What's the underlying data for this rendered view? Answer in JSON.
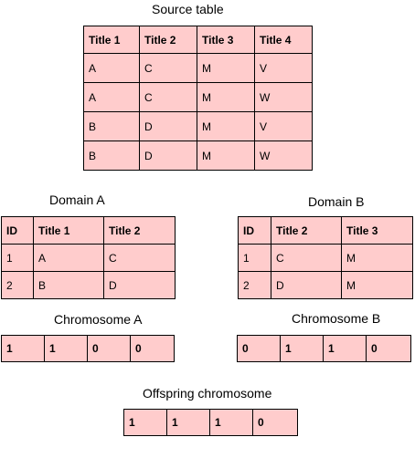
{
  "source": {
    "title": "Source table",
    "headers": [
      "Title 1",
      "Title 2",
      "Title 3",
      "Title 4"
    ],
    "rows": [
      [
        "A",
        "C",
        "M",
        "V"
      ],
      [
        "A",
        "C",
        "M",
        "W"
      ],
      [
        "B",
        "D",
        "M",
        "V"
      ],
      [
        "B",
        "D",
        "M",
        "W"
      ]
    ]
  },
  "domain_a": {
    "title": "Domain A",
    "headers": [
      "ID",
      "Title 1",
      "Title 2"
    ],
    "rows": [
      [
        "1",
        "A",
        "C"
      ],
      [
        "2",
        "B",
        "D"
      ]
    ]
  },
  "domain_b": {
    "title": "Domain B",
    "headers": [
      "ID",
      "Title 2",
      "Title 3"
    ],
    "rows": [
      [
        "1",
        "C",
        "M"
      ],
      [
        "2",
        "D",
        "M"
      ]
    ]
  },
  "chrom_a": {
    "title": "Chromosome A",
    "bits": [
      "1",
      "1",
      "0",
      "0"
    ]
  },
  "chrom_b": {
    "title": "Chromosome B",
    "bits": [
      "0",
      "1",
      "1",
      "0"
    ]
  },
  "offspring": {
    "title": "Offspring chromosome",
    "bits": [
      "1",
      "1",
      "1",
      "0"
    ]
  },
  "colors": {
    "cell_fill": "#ffcccc",
    "border": "#000000"
  }
}
